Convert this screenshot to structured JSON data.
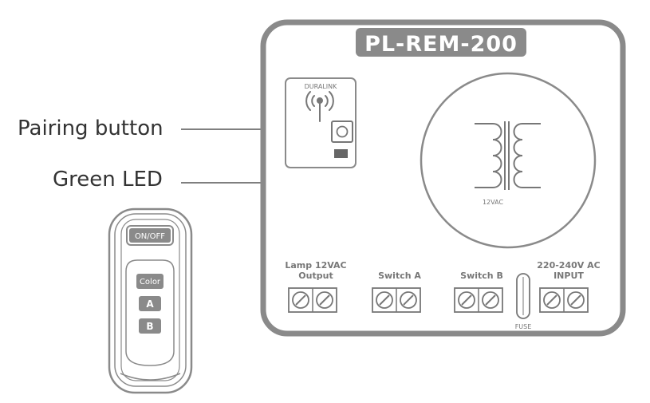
{
  "colors": {
    "outline": "#8a8a8a",
    "fill_dark": "#8a8a8a",
    "text": "#333333",
    "background": "#ffffff"
  },
  "callouts": {
    "pairing_button": "Pairing button",
    "green_led": "Green LED"
  },
  "receiver": {
    "title": "PL-REM-200",
    "module_brand": "DURALINK",
    "transformer_label": "12VAC",
    "terminals": [
      {
        "line1": "Lamp 12VAC",
        "line2": "Output"
      },
      {
        "line1": "Switch A",
        "line2": ""
      },
      {
        "line1": "Switch B",
        "line2": ""
      },
      {
        "line1": "220-240V AC",
        "line2": "INPUT"
      }
    ],
    "fuse_label": "FUSE"
  },
  "remote": {
    "buttons": {
      "on_off": "ON/OFF",
      "color": "Color",
      "a": "A",
      "b": "B"
    }
  },
  "icons": [
    "antenna-icon",
    "transformer-symbol",
    "screw-terminal-icon"
  ]
}
